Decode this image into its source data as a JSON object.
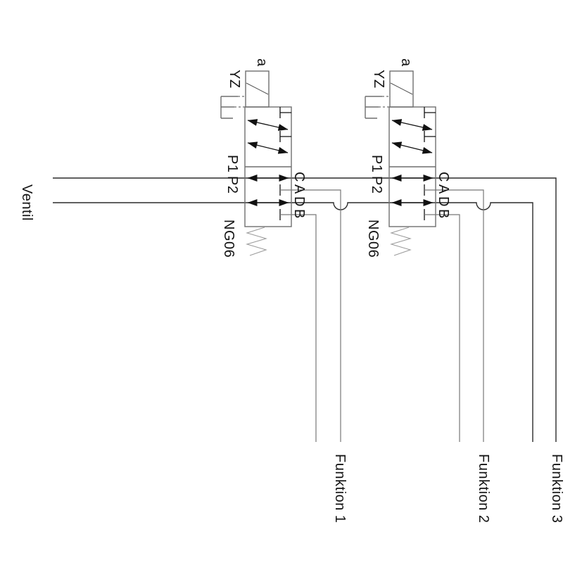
{
  "labels": {
    "supply": "Ventil"
  },
  "valves": [
    {
      "position_label": "a",
      "solenoid_label": "YZ",
      "ports_left": [
        "P1",
        "P2"
      ],
      "ports_right": [
        "C",
        "A",
        "D",
        "B"
      ],
      "size_label": "NG06"
    },
    {
      "position_label": "a",
      "solenoid_label": "YZ",
      "ports_left": [
        "P1",
        "P2"
      ],
      "ports_right": [
        "C",
        "A",
        "D",
        "B"
      ],
      "size_label": "NG06"
    }
  ],
  "functions": [
    {
      "label": "Funktion 1"
    },
    {
      "label": "Funktion 2"
    },
    {
      "label": "Funktion 3"
    }
  ],
  "colors": {
    "background": "#ffffff",
    "main_line": "#2b2b2b",
    "port_line": "#777777",
    "body_line": "#6f6f6f",
    "symbol": "#111111",
    "spring": "#9c9c9c",
    "text": "#141414"
  }
}
